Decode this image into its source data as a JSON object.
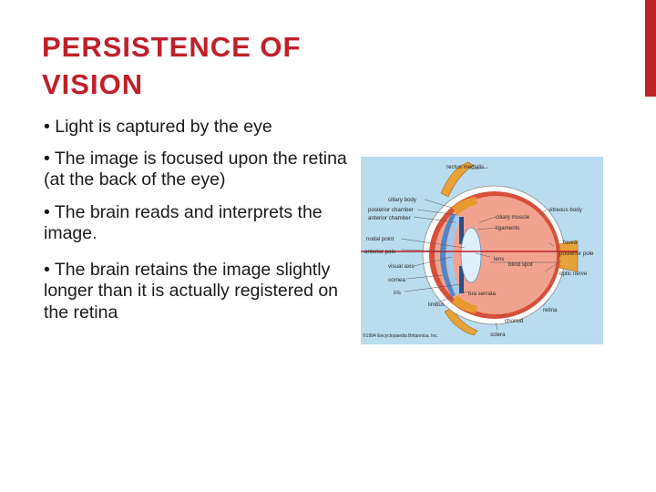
{
  "slide": {
    "title_lines": [
      "PERSISTENCE OF",
      "VISION"
    ],
    "bullets": [
      "• Light is captured by the eye",
      "• The image is focused upon the retina (at the back of the eye)",
      "• The brain reads and interprets the image.",
      "• The brain retains the image slightly longer than it is actually registered on the retina"
    ],
    "colors": {
      "title": "#c0202a",
      "accent_bar": "#c0202a",
      "diagram_background": "#b9dcef"
    }
  },
  "diagram": {
    "labels": {
      "rectus_medialis": "rectus medialis",
      "ciliary_body": "ciliary body",
      "posterior_chamber": "posterior chamber",
      "anterior_chamber": "anterior chamber",
      "ciliary_muscle": "ciliary muscle",
      "vitreous_body": "vitreous body",
      "ligaments": "ligaments",
      "nodal_point": "nodal point",
      "fovea": "fovea",
      "anterior_pole": "anterior pole",
      "posterior_pole": "posterior pole",
      "lens": "lens",
      "blind_spot": "blind spot",
      "visual_axis": "visual axis",
      "optic_nerve": "optic nerve",
      "cornea": "cornea",
      "iris": "iris",
      "ora_serrata": "ora serrata",
      "limbus": "limbus",
      "retina": "retina",
      "choroid": "choroid",
      "sclera": "sclera",
      "copyright": "©1994 Encyclopaedia Britannica, Inc."
    }
  }
}
